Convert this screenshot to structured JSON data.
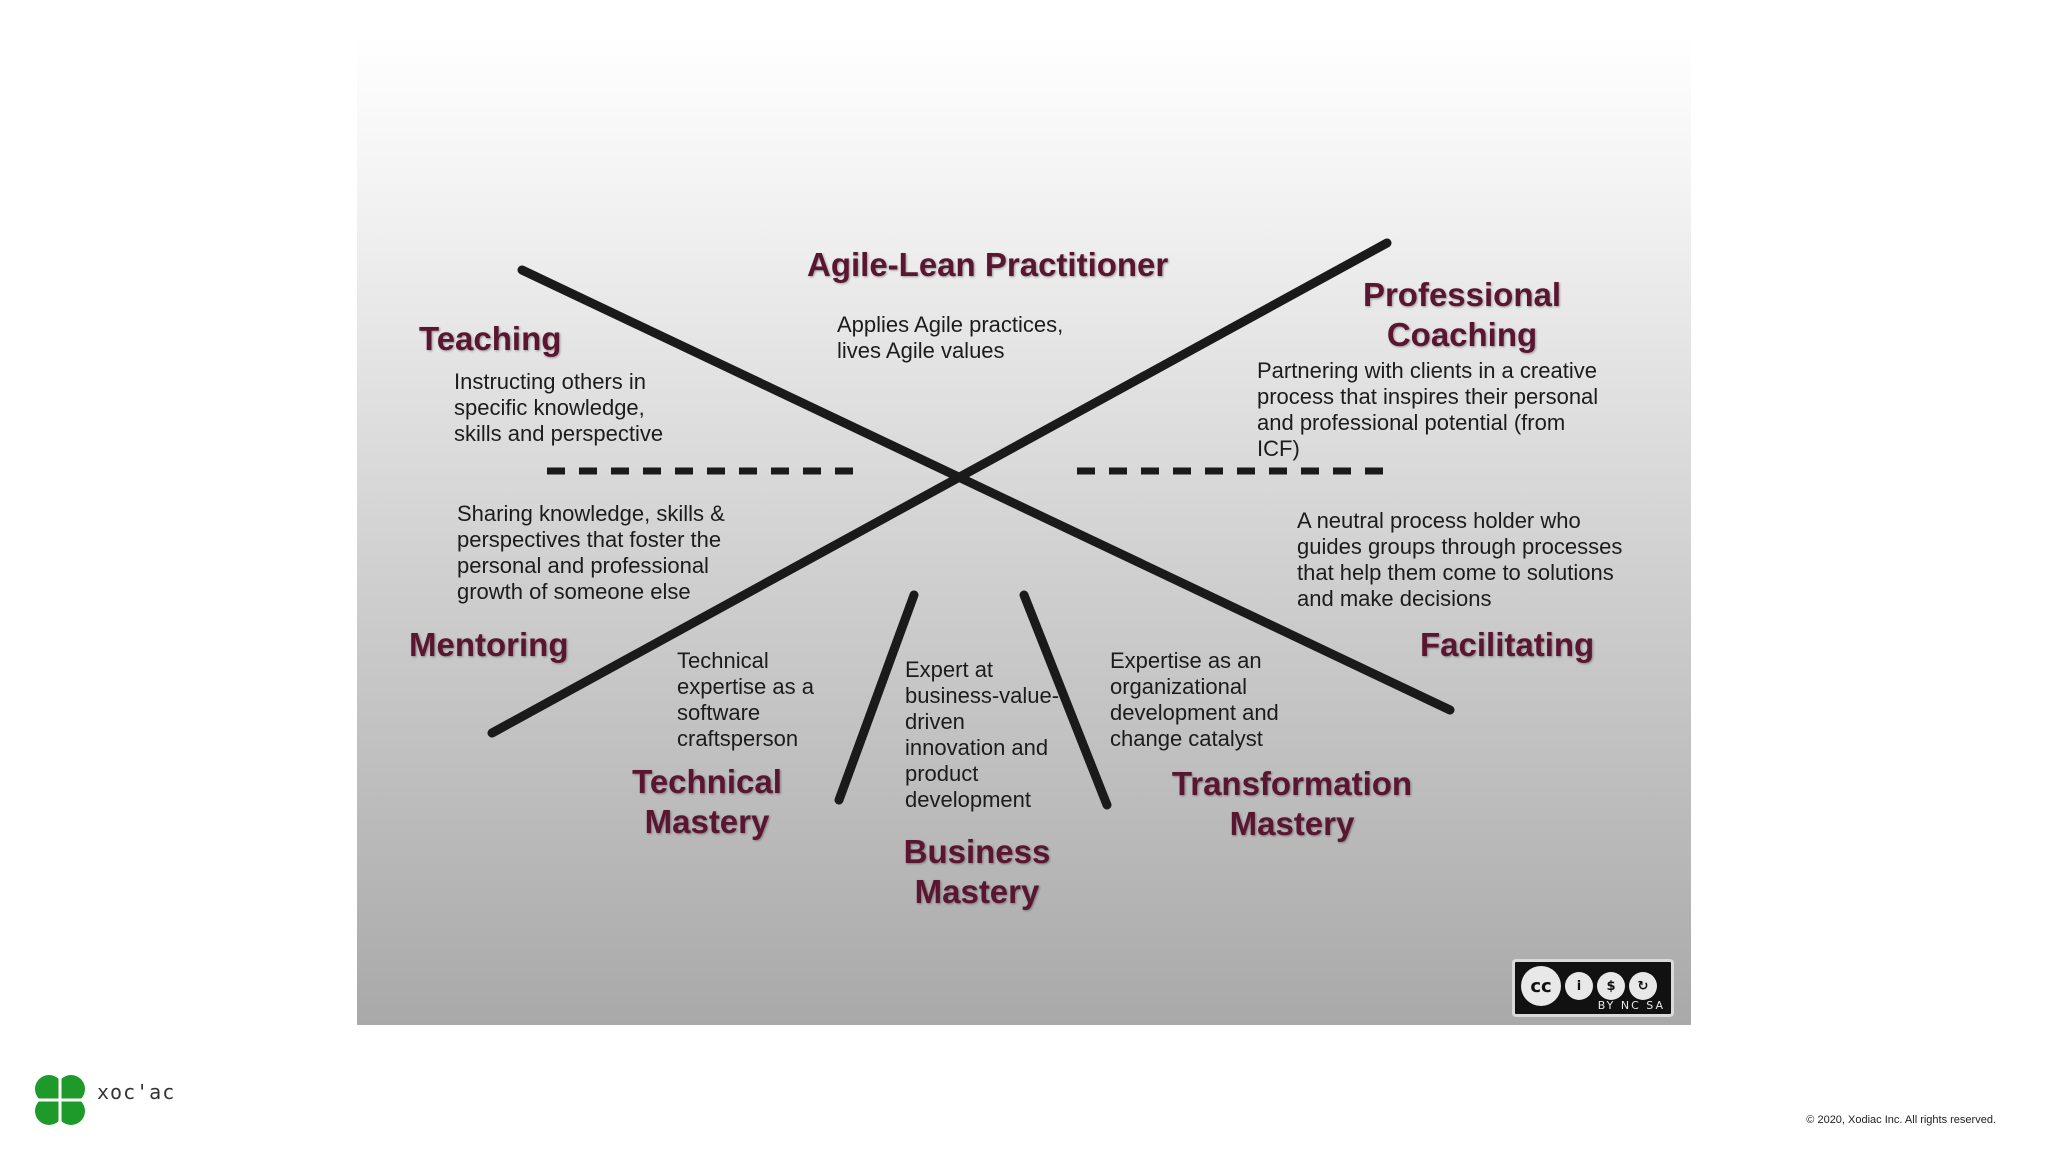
{
  "diagram": {
    "top": {
      "title": "Agile-Lean Practitioner",
      "desc": "Applies Agile practices,\nlives Agile values"
    },
    "teaching": {
      "title": "Teaching",
      "desc": "Instructing others in\nspecific knowledge,\nskills and perspective"
    },
    "professional_coaching": {
      "title_line1": "Professional",
      "title_line2": "Coaching",
      "desc": "Partnering with clients in a creative\nprocess that inspires their personal\nand professional potential (from\nICF)"
    },
    "mentoring": {
      "title": "Mentoring",
      "desc": "Sharing knowledge, skills &\nperspectives that foster the\npersonal and professional\ngrowth of someone else"
    },
    "facilitating": {
      "title": "Facilitating",
      "desc": "A neutral process holder who\nguides groups through processes\nthat help them come to solutions\nand make decisions"
    },
    "technical_mastery": {
      "title_line1": "Technical",
      "title_line2": "Mastery",
      "desc": "Technical\nexpertise as a\nsoftware\ncraftsperson"
    },
    "business_mastery": {
      "title_line1": "Business",
      "title_line2": "Mastery",
      "desc": "Expert at\nbusiness-value-\ndriven\ninnovation and\nproduct\ndevelopment"
    },
    "transformation_mastery": {
      "title_line1": "Transformation",
      "title_line2": "Mastery",
      "desc": "Expertise as an\norganizational\ndevelopment and\nchange catalyst"
    }
  },
  "license": {
    "cc": "cc",
    "labels": "BY  NC  SA"
  },
  "footer": {
    "brand": "xoc'ac",
    "copyright": "© 2020, Xodiac Inc. All rights reserved."
  },
  "colors": {
    "heading": "#5a1530",
    "logo": "#1e9a2a"
  }
}
